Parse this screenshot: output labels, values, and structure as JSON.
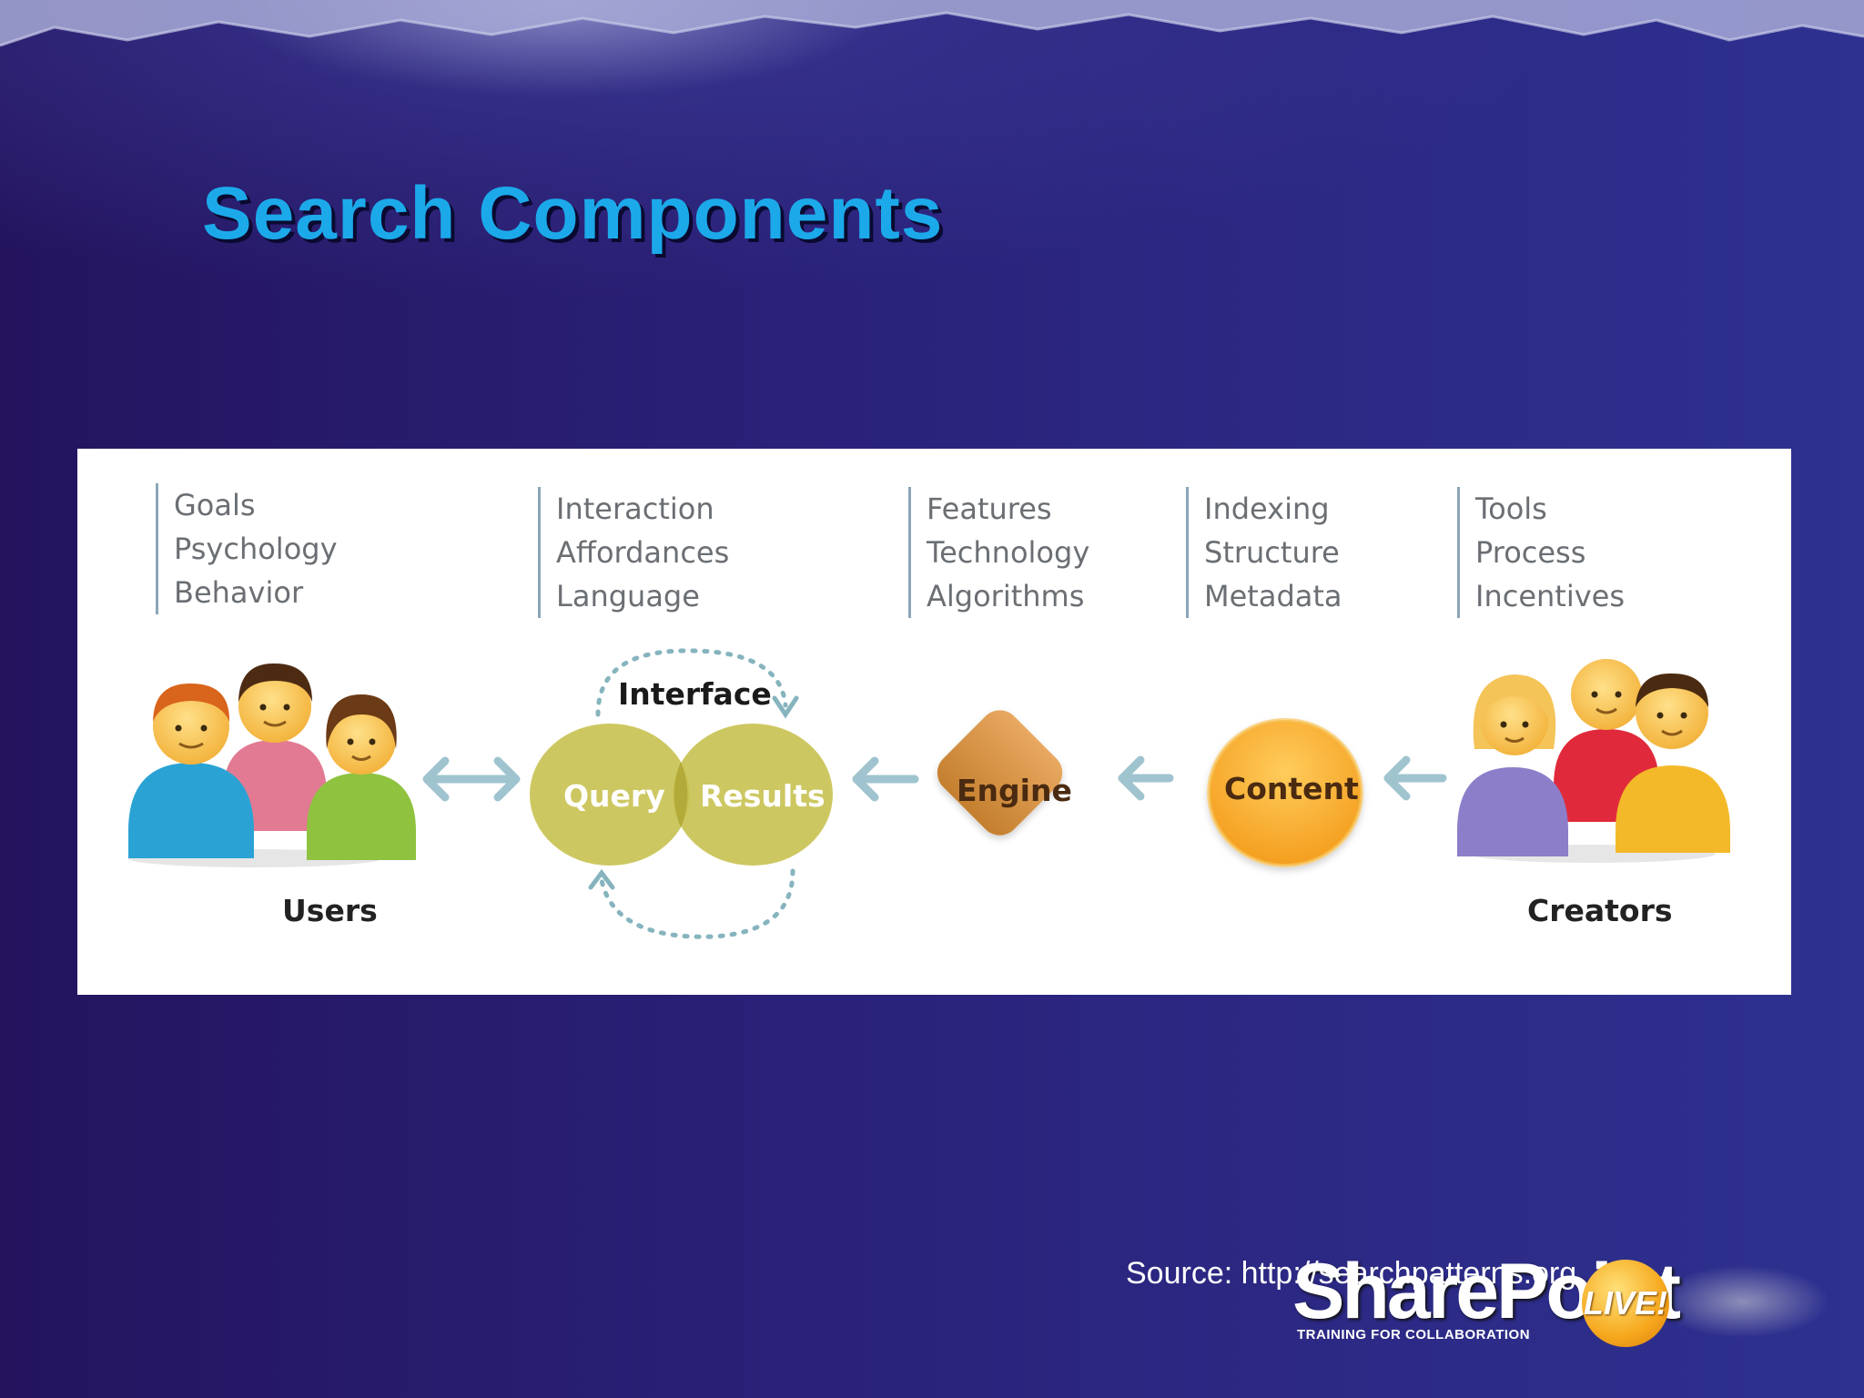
{
  "slide": {
    "title": "Search Components",
    "source": "Source: http://searchpatterns.org"
  },
  "diagram": {
    "columns": [
      {
        "items": [
          "Goals",
          "Psychology",
          "Behavior"
        ]
      },
      {
        "items": [
          "Interaction",
          "Affordances",
          "Language"
        ]
      },
      {
        "items": [
          "Features",
          "Technology",
          "Algorithms"
        ]
      },
      {
        "items": [
          "Indexing",
          "Structure",
          "Metadata"
        ]
      },
      {
        "items": [
          "Tools",
          "Process",
          "Incentives"
        ]
      }
    ],
    "nodes": {
      "users": "Users",
      "interface": "Interface",
      "query": "Query",
      "results": "Results",
      "engine": "Engine",
      "content": "Content",
      "creators": "Creators"
    },
    "colors": {
      "interface_circles": "#c9c254",
      "engine": "#d99a4a",
      "content": "#f8b23a",
      "arrows": "#9fc4cf"
    }
  },
  "logo": {
    "main": "SharePoint",
    "badge": "LIVE!",
    "tagline": "TRAINING FOR COLLABORATION"
  }
}
